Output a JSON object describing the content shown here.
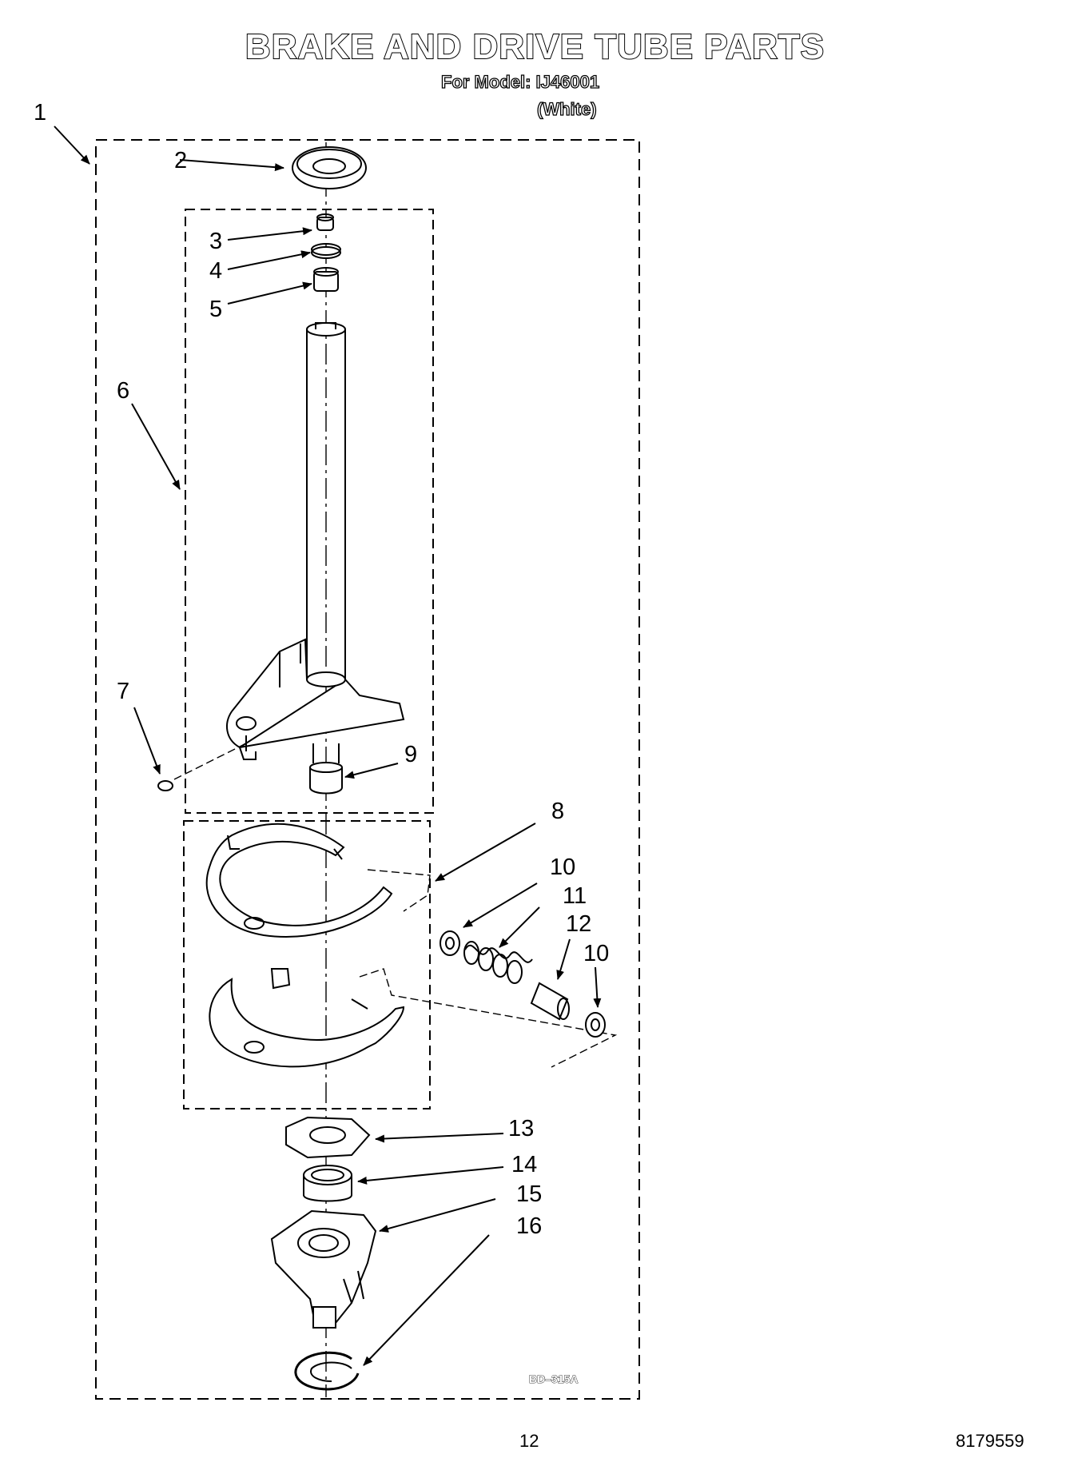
{
  "header": {
    "title": "BRAKE AND DRIVE TUBE PARTS",
    "model_line": "For Model: IJ46001",
    "variant": "(White)"
  },
  "callouts": [
    "1",
    "2",
    "3",
    "4",
    "5",
    "6",
    "7",
    "8",
    "9",
    "10",
    "11",
    "12",
    "10",
    "13",
    "14",
    "15",
    "16"
  ],
  "diagram_code": "BD–315A",
  "footer": {
    "page_number": "12",
    "doc_number": "8179559"
  }
}
